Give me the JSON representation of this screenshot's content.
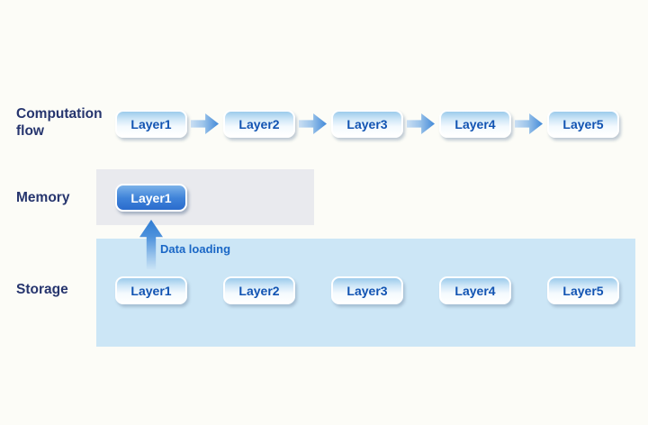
{
  "colors": {
    "background": "#fcfcf7",
    "memory_box": "#e9eaee",
    "storage_box": "#cce6f6",
    "section_label_text": "#26356e",
    "chip_text_blue": "#1153b2",
    "memory_chip_blue": "#2a6bcd",
    "flow_arrow_blue": "#4289d8",
    "data_loading_text": "#1a67c6"
  },
  "sections": {
    "computation_flow": {
      "label": "Computation flow",
      "layers": [
        "Layer1",
        "Layer2",
        "Layer3",
        "Layer4",
        "Layer5"
      ]
    },
    "memory": {
      "label": "Memory",
      "layers": [
        "Layer1"
      ]
    },
    "storage": {
      "label": "Storage",
      "data_loading_label": "Data loading",
      "layers": [
        "Layer1",
        "Layer2",
        "Layer3",
        "Layer4",
        "Layer5"
      ]
    }
  }
}
